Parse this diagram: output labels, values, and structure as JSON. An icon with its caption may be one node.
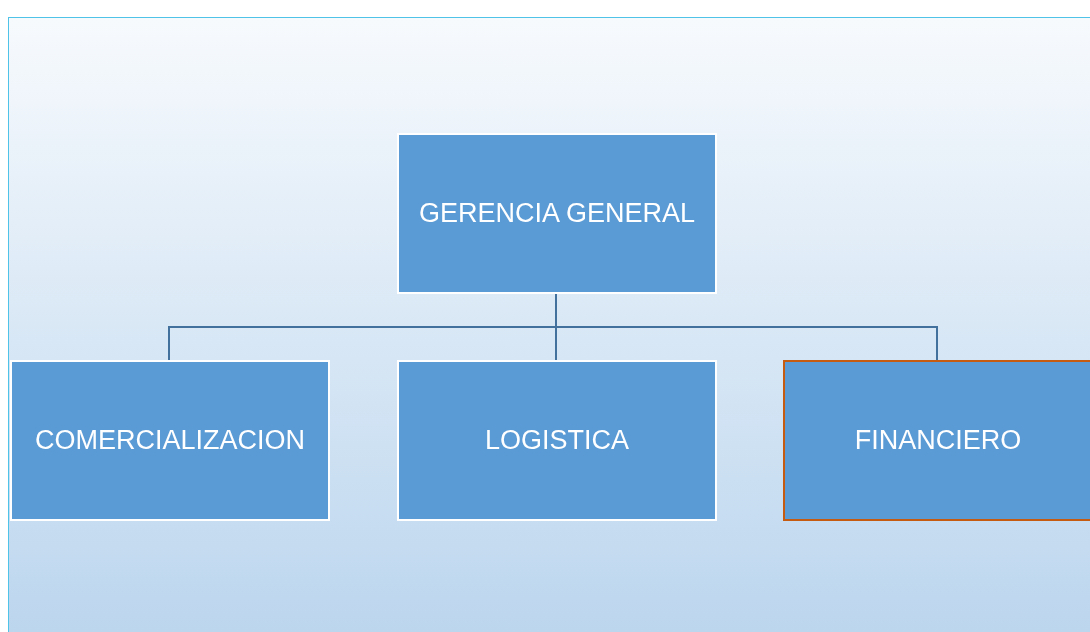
{
  "diagram": {
    "nodes": [
      {
        "text": [
          "GERENCIA GENERAL"
        ]
      },
      {
        "text": [
          "COMERCIALIZACION"
        ]
      },
      {
        "text": [
          "LOGISTICA"
        ]
      },
      {
        "text": [
          "FINANCIERO"
        ]
      }
    ],
    "edges": [
      {
        "from": 0,
        "to": 1,
        "arrow": "none"
      },
      {
        "from": 0,
        "to": 2,
        "arrow": "none"
      },
      {
        "from": 0,
        "to": 3,
        "arrow": "none"
      }
    ]
  }
}
